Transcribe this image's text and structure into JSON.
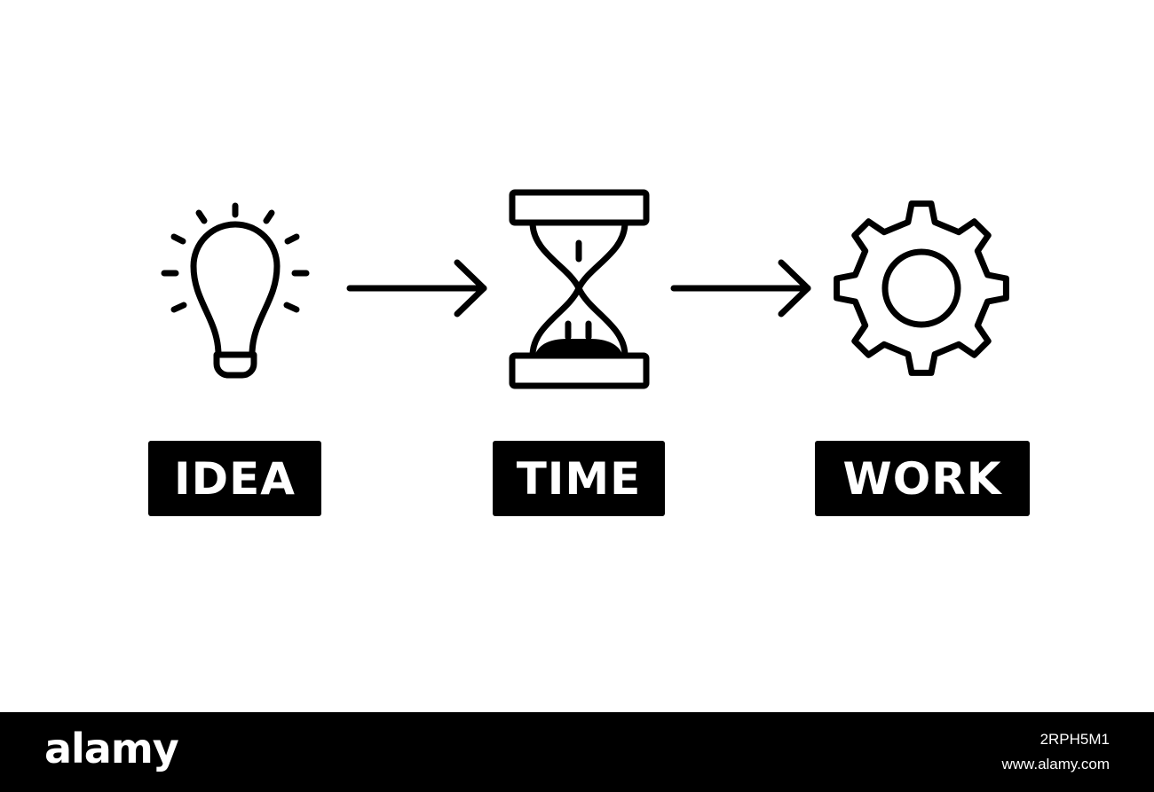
{
  "steps": [
    {
      "label": "IDEA",
      "icon": "lightbulb-icon"
    },
    {
      "label": "TIME",
      "icon": "hourglass-icon"
    },
    {
      "label": "WORK",
      "icon": "gear-icon"
    }
  ],
  "connectors": [
    "arrow-right-icon",
    "arrow-right-icon"
  ],
  "footer": {
    "brand": "alamy",
    "image_id": "2RPH5M1",
    "site": "www.alamy.com"
  },
  "colors": {
    "stroke": "#000000",
    "background": "#ffffff",
    "label_bg": "#000000",
    "label_text": "#ffffff"
  }
}
